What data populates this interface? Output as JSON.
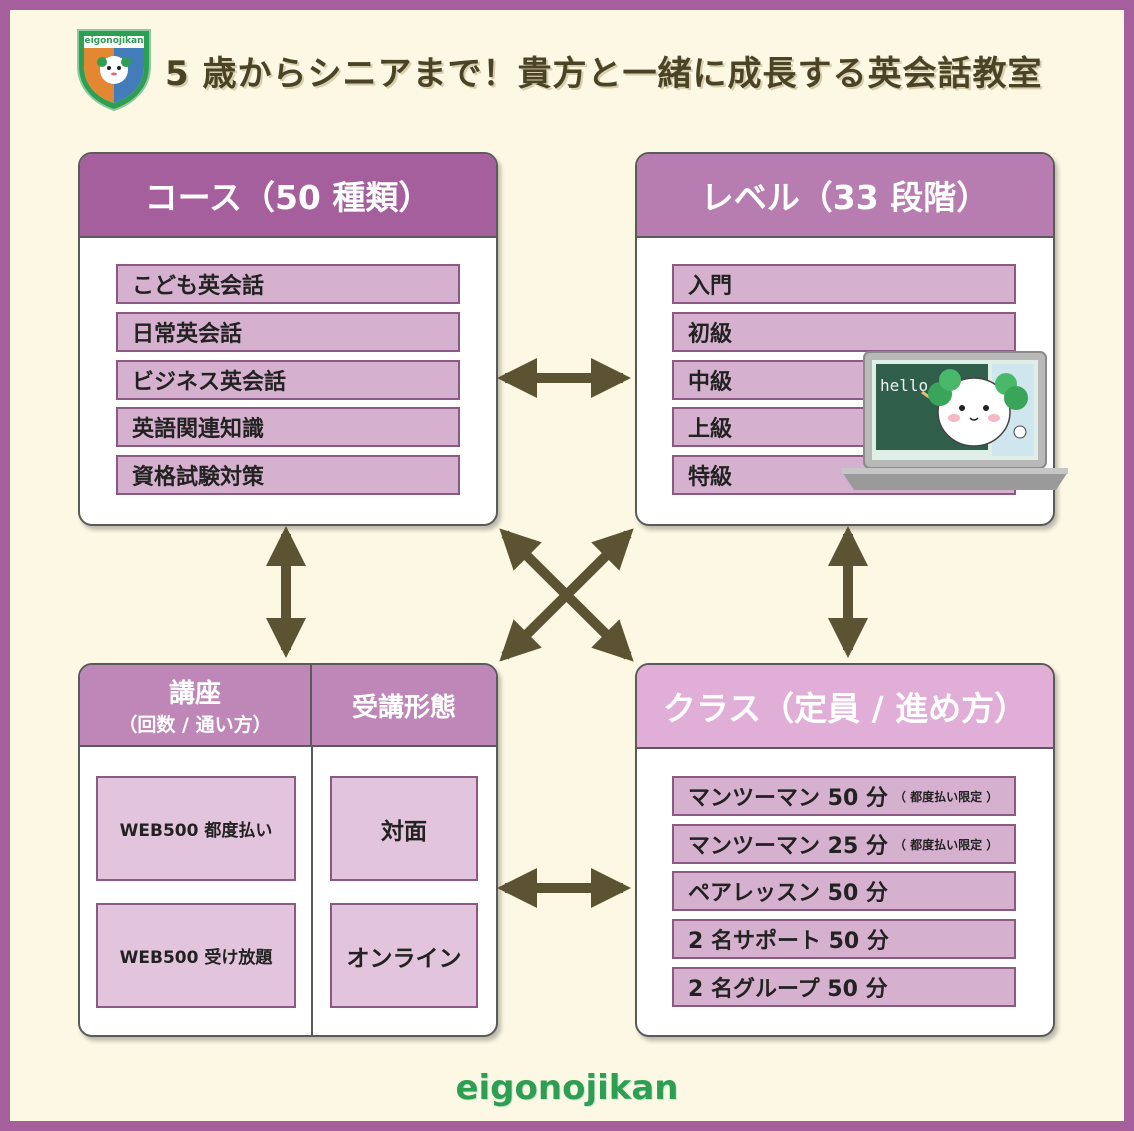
{
  "header": {
    "title": "5 歳からシニアまで！貴方と一緒に成長する英会話教室"
  },
  "logo": {
    "text": "eigonojikan"
  },
  "courses": {
    "title": "コース（50 種類）",
    "items": [
      "こども英会話",
      "日常英会話",
      "ビジネス英会話",
      "英語関連知識",
      "資格試験対策"
    ]
  },
  "levels": {
    "title": "レベル（33 段階）",
    "items": [
      "入門",
      "初級",
      "中級",
      "上級",
      "特級"
    ],
    "screen_text": "hello"
  },
  "lectures": {
    "title": "講座",
    "subtitle": "（回数 / 通い方）",
    "items": [
      "WEB500 都度払い",
      "WEB500 受け放題"
    ]
  },
  "formats": {
    "title": "受講形態",
    "items": [
      "対面",
      "オンライン"
    ]
  },
  "classes": {
    "title": "クラス（定員 / 進め方）",
    "items": [
      {
        "label": "マンツーマン 50 分",
        "note": "（ 都度払い限定 ）"
      },
      {
        "label": "マンツーマン 25 分",
        "note": "（ 都度払い限定 ）"
      },
      {
        "label": "ペアレッスン 50 分",
        "note": ""
      },
      {
        "label": "2 名サポート 50 分",
        "note": ""
      },
      {
        "label": "2 名グループ 50 分",
        "note": ""
      }
    ]
  },
  "footer": {
    "brand": "eigonojikan"
  },
  "colors": {
    "frame": "#a45f9c",
    "background": "#fdf8e4",
    "arrow": "#5c5332",
    "course_head": "#a45f9c",
    "level_head": "#b77cb0",
    "lecture_head": "#bf86b8",
    "class_head": "#e0aed6",
    "item_fill": "#d6b1cf",
    "brand_green": "#2e9e52",
    "brand_orange": "#e07a1c"
  }
}
